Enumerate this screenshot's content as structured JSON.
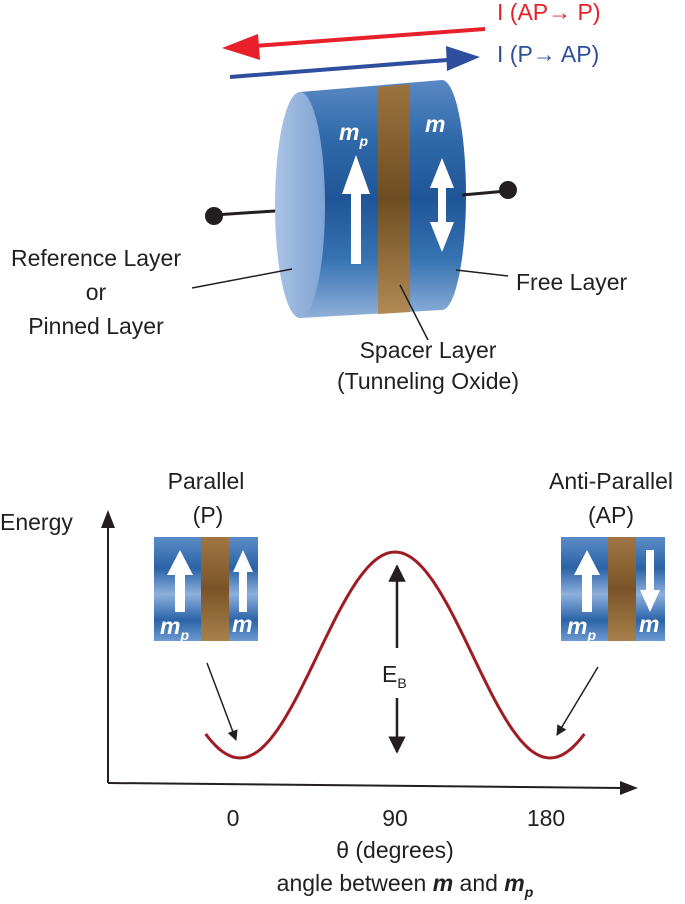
{
  "currents": {
    "ap_to_p": "I (AP→ P)",
    "p_to_ap": "I (P→ AP)",
    "ap_to_p_color": "#e8202a",
    "p_to_ap_color": "#2e4f9e"
  },
  "device": {
    "mp_label": "m",
    "mp_sub": "p",
    "m_label": "m",
    "reference_line1": "Reference Layer",
    "reference_line2": "or",
    "reference_line3": "Pinned Layer",
    "free_layer": "Free Layer",
    "spacer_line1": "Spacer Layer",
    "spacer_line2": "(Tunneling Oxide)"
  },
  "energy_plot": {
    "y_axis_label": "Energy",
    "parallel_title": "Parallel",
    "parallel_abbr": "(P)",
    "antiparallel_title": "Anti-Parallel",
    "antiparallel_abbr": "(AP)",
    "barrier_label": "E",
    "barrier_sub": "B",
    "tick_0": "0",
    "tick_90": "90",
    "tick_180": "180",
    "x_axis_label": "θ (degrees)",
    "caption_prefix": "angle between ",
    "caption_m": "m",
    "caption_and": " and ",
    "caption_mp": "m",
    "caption_mp_sub": "p",
    "curve_color": "#a01c24"
  }
}
